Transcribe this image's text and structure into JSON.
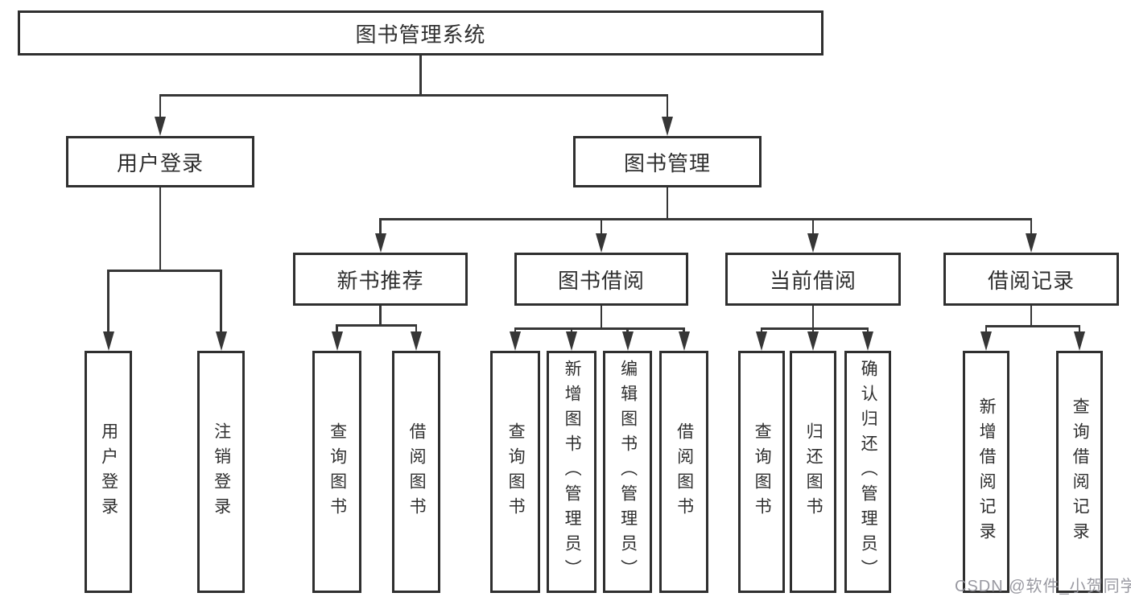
{
  "tree": {
    "root": {
      "label": "图书管理系统",
      "children": [
        {
          "label": "用户登录",
          "children": [
            {
              "label": "用户登录"
            },
            {
              "label": "注销登录"
            }
          ]
        },
        {
          "label": "图书管理",
          "children": [
            {
              "label": "新书推荐",
              "children": [
                {
                  "label": "查询图书"
                },
                {
                  "label": "借阅图书"
                }
              ]
            },
            {
              "label": "图书借阅",
              "children": [
                {
                  "label": "查询图书"
                },
                {
                  "label": "新增图书（管理员）"
                },
                {
                  "label": "编辑图书（管理员）"
                },
                {
                  "label": "借阅图书"
                }
              ]
            },
            {
              "label": "当前借阅",
              "children": [
                {
                  "label": "查询图书"
                },
                {
                  "label": "归还图书"
                },
                {
                  "label": "确认归还（管理员）"
                }
              ]
            },
            {
              "label": "借阅记录",
              "children": [
                {
                  "label": "新增借阅记录"
                },
                {
                  "label": "查询借阅记录"
                }
              ]
            }
          ]
        }
      ]
    }
  },
  "watermark": {
    "text": "CSDN @软件_小贺同学",
    "color": "#94949c"
  },
  "colors": {
    "line": "#363636",
    "border": "#2f2f2f",
    "text": "#2f2f2f",
    "background": "#ffffff"
  }
}
